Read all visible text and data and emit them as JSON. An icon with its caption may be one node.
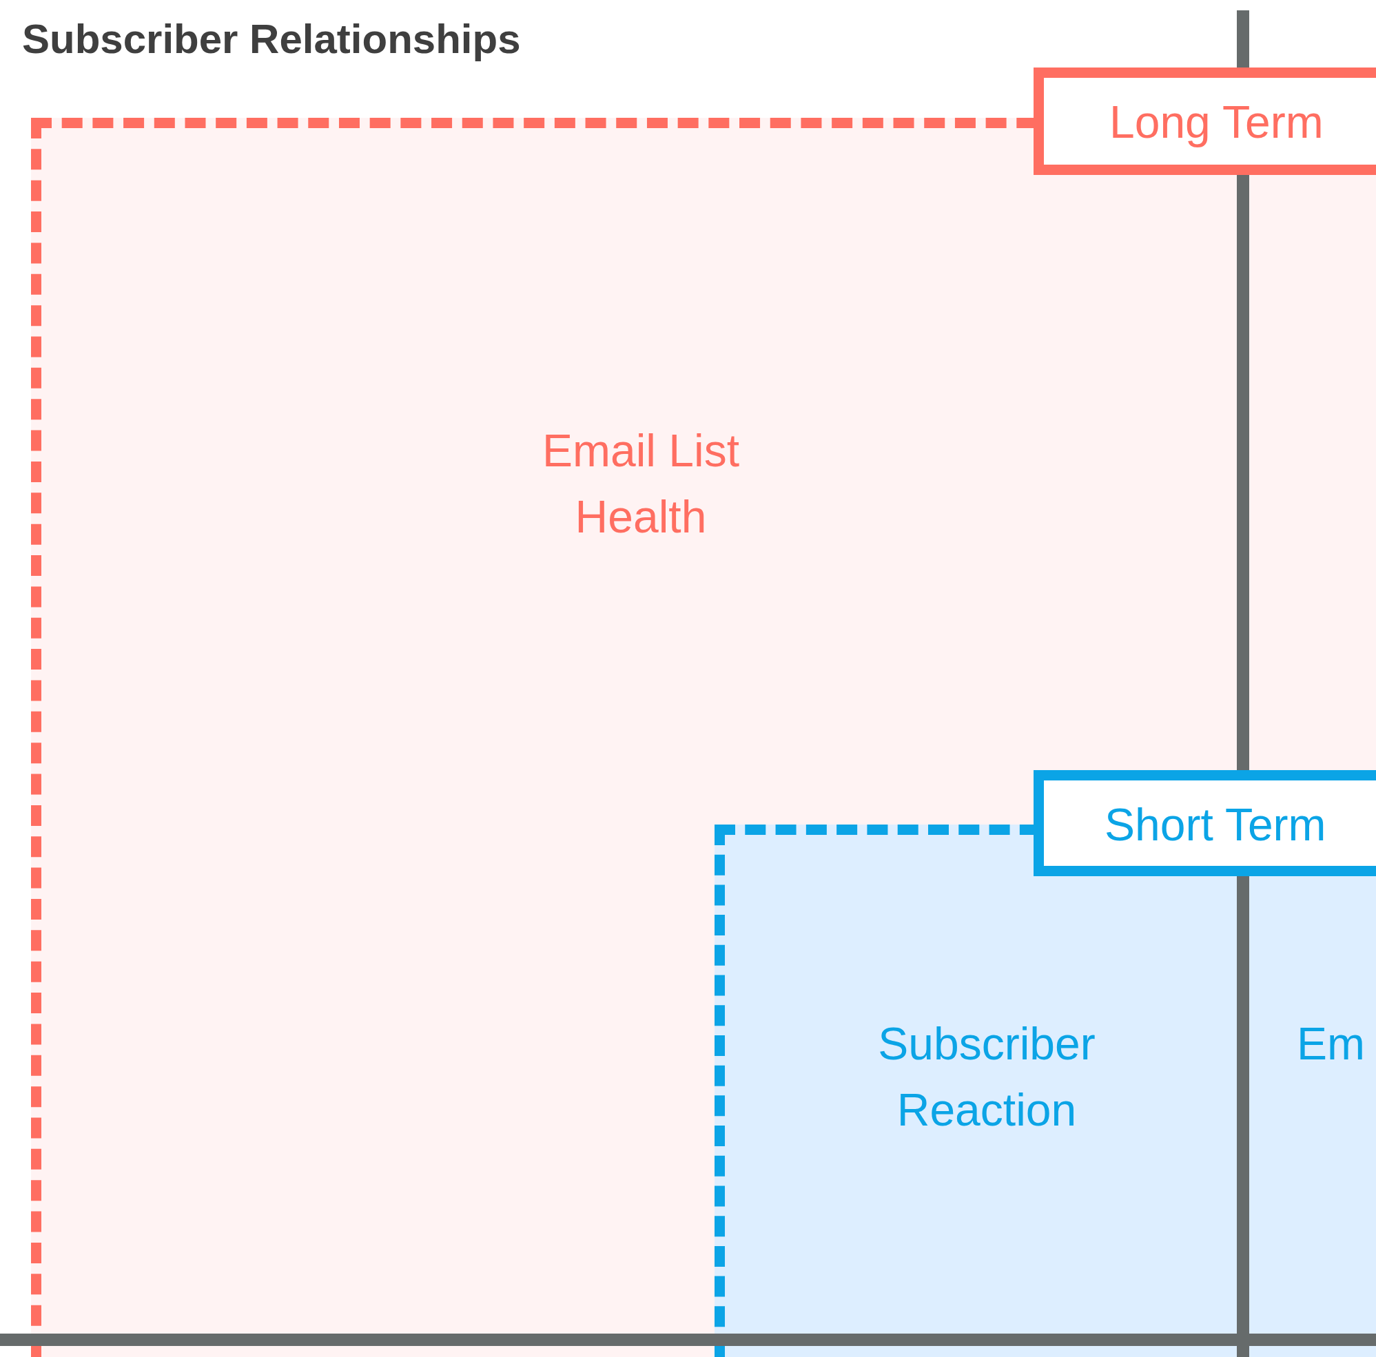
{
  "diagram": {
    "title": "Subscriber Relationships",
    "nodes": [
      {
        "text": [
          "Email List Health"
        ]
      },
      {
        "text": [
          "Long Term"
        ]
      },
      {
        "text": [
          "Subscriber Reaction",
          "Em"
        ],
        "in": 0
      },
      {
        "text": [
          "Short Term"
        ]
      }
    ],
    "edges": []
  }
}
